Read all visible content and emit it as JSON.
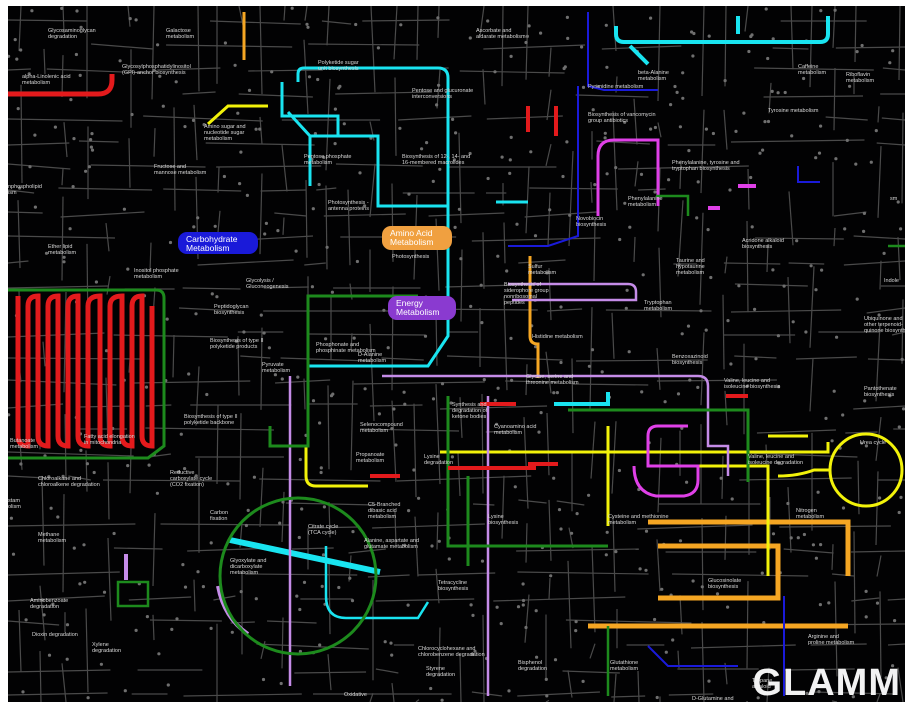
{
  "colors": {
    "background": "#020203",
    "pathway_grey": "#4a4a4a",
    "red": "#e31a1c",
    "cyan": "#19e4f0",
    "yellow": "#f2f20a",
    "orange": "#f5a623",
    "magenta": "#e040e8",
    "violet": "#c58ce8",
    "green": "#1d8a1d",
    "blue": "#1a1ad9"
  },
  "categories": [
    {
      "text": "Carbohydrate\nMetabolism",
      "color": "#1a1ad9"
    },
    {
      "text": "Amino Acid\nMetabolism",
      "color": "#f0a040"
    },
    {
      "text": "Energy\nMetabolism",
      "color": "#8a3ad0"
    }
  ],
  "labels": [
    "Glycosaminoglycan\ndegradation",
    "Galactose\nmetabolism",
    "Glycosylphosphatidylinositol\n(GPI)-anchor biosynthesis",
    "alpha-Linolenic acid\nmetabolism",
    "Polyketide sugar\nunit biosynthesis",
    "Pentose and glucuronate\ninterconversions",
    "Ascorbate and\naldarate metabolism",
    "beta-Alanine\nmetabolism",
    "Caffeine\nmetabolism",
    "Riboflavin\nmetabolism",
    "Pyrimidine metabolism",
    "Amino sugar and\nnucleotide sugar\nmetabolism",
    "Biosynthesis of vancomycin\ngroup antibiotics",
    "Tyrosine metabolism",
    "Fructose and\nmannose metabolism",
    "Pentose phosphate\nmetabolism",
    "Biosynthesis of 12-, 14- and\n16-membered macrolides",
    "Phenylalanine, tyrosine and\ntryptophan biosynthesis",
    "Phenylalanine\nmetabolism",
    "nphospholipid\nism",
    "Photosynthesis -\nantenna proteins",
    "Novobiocin\nbiosynthesis",
    "Acridone alkaloid\nbiosynthesis",
    "Ether lipid\nmetabolism",
    "Inositol phosphate\nmetabolism",
    "Photosynthesis",
    "Sulfur\nmetabolism",
    "Taurine and\nhypotaurine\nmetabolism",
    "Glycolysis /\nGluconeogenesis",
    "Biosynthesis of\nsiderophore group\nnonribosomal\npeptides",
    "Tryptophan\nmetabolism",
    "Peptidoglycan\nbiosynthesis",
    "Biosynthesis of type II\npolyketide products",
    "Phosphonate and\nphosphinate metabolism",
    "Histidine metabolism",
    "D-Alanine\nmetabolism",
    "Benzoxazinoid\nbiosynthesis",
    "Pyruvate\nmetabolism",
    "Glycine, serine and\nthreonine metabolism",
    "Valine, leucine and\nisoleucine biosynthesis",
    "Ubiquinone and\nother terpenoid-\nquinone biosynthesis",
    "Pantothenate\nbiosynthesis",
    "Synthesis and\ndegradation of\nketone bodies",
    "Biosynthesis of type II\npolyketide backbone",
    "Butanoate\nmetabolism",
    "Fatty acid elongation\nin mitochondria",
    "Selenocompound\nmetabolism",
    "Cyanoamino acid\nmetabolism",
    "Propanoate\nmetabolism",
    "Lysine\ndegradation",
    "Valine, leucine and\nisoleucine degradation",
    "Urea cycle",
    "Chloroalkane and\nchloroalkene degradation",
    "Reductive\ncarboxylate cycle\n(CO2 fixation)",
    "C5-Branched\ndibasic acid\nmetabolism",
    "Carbon\nfixation",
    "Citrate cycle\n(TCA cycle)",
    "Cysteine and methionine\nmetabolism",
    "Lysine\nbiosynthesis",
    "Nitrogen\nmetabolism",
    "Methane\nmetabolism",
    "Glyoxylate and\ndicarboxylate\nmetabolism",
    "Alanine, aspartate and\nglutamate metabolism",
    "Glucosinolate\nbiosynthesis",
    "Aminobenzoate\ndegradation",
    "Tetracycline\nbiosynthesis",
    "Dioxin degradation",
    "Arginine and\nproline metabolism",
    "Xylene\ndegradation",
    "Chlorocyclohexane and\nchlorobenzene degradation",
    "Bisphenol\ndegradation",
    "Glutathione\nmetabolism",
    "Styrene\ndegradation",
    "Tropane,\nalkaloid",
    "Oxidative",
    "D-Glutamine and",
    "Indole",
    "stam\nolism",
    "sm"
  ],
  "brand": "GLAMM"
}
